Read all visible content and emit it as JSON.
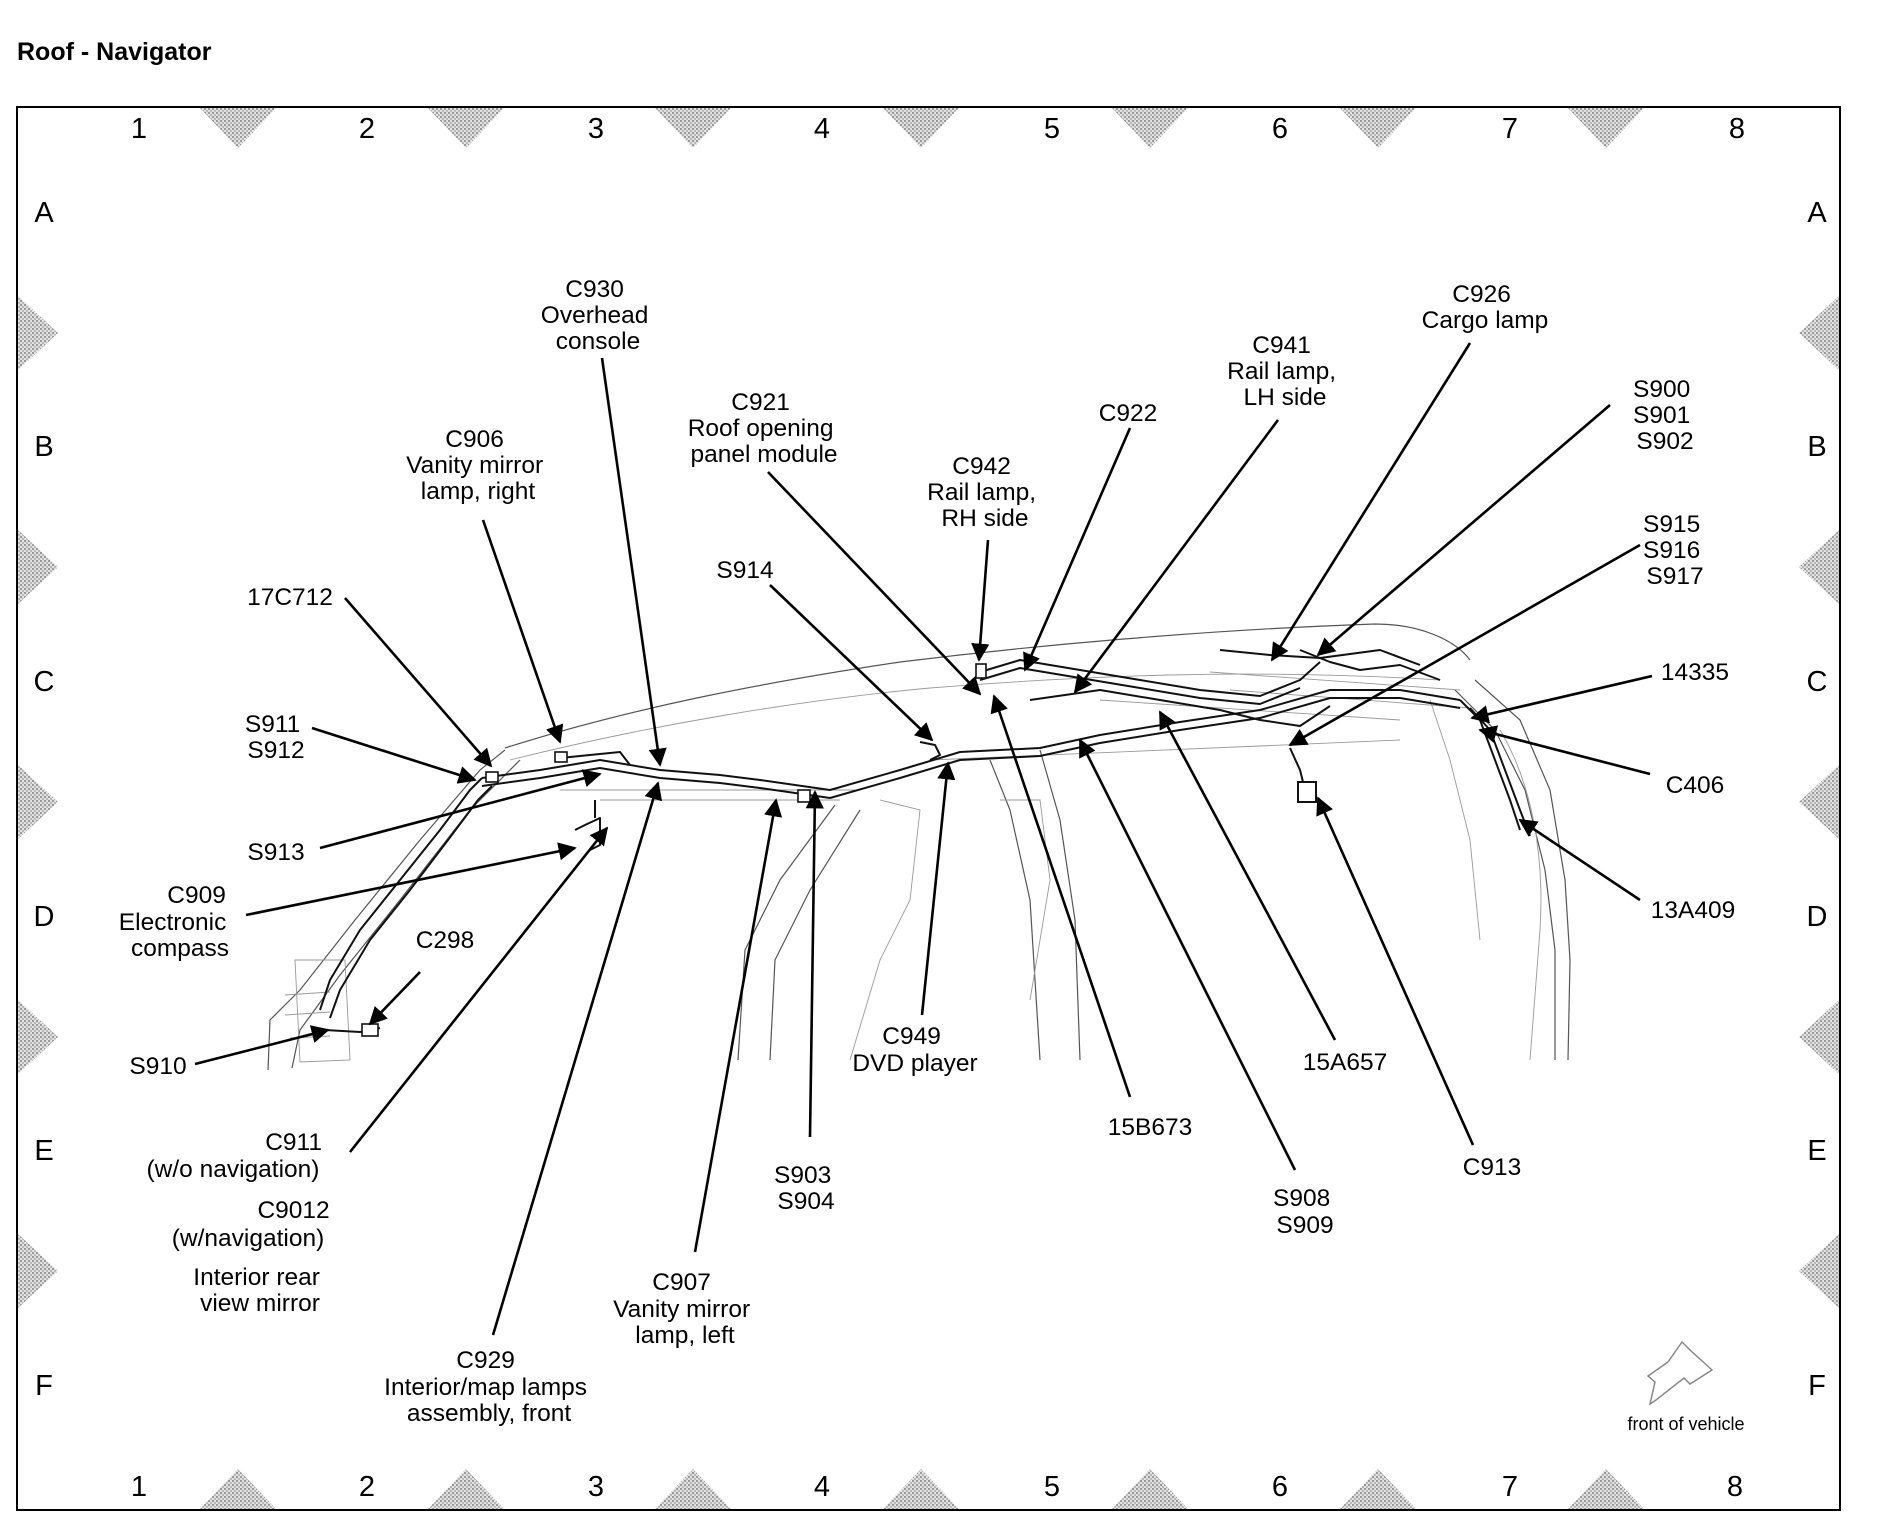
{
  "page_title": "Roof - Navigator",
  "columns": [
    "1",
    "2",
    "3",
    "4",
    "5",
    "6",
    "7",
    "8"
  ],
  "rows": [
    "A",
    "B",
    "C",
    "D",
    "E",
    "F"
  ],
  "orientation_note": "front of vehicle",
  "callouts": [
    {
      "id": "c930",
      "lines": [
        "C930",
        "Overhead",
        "console"
      ]
    },
    {
      "id": "c926",
      "lines": [
        "C926",
        "Cargo lamp"
      ]
    },
    {
      "id": "c941",
      "lines": [
        "C941",
        "Rail lamp,",
        "LH side"
      ]
    },
    {
      "id": "c921",
      "lines": [
        "C921",
        "Roof opening",
        "panel module"
      ]
    },
    {
      "id": "c922",
      "lines": [
        "C922"
      ]
    },
    {
      "id": "s900",
      "lines": [
        "S900",
        "S901",
        "S902"
      ]
    },
    {
      "id": "c906",
      "lines": [
        "C906",
        "Vanity mirror",
        "lamp, right"
      ]
    },
    {
      "id": "c942",
      "lines": [
        "C942",
        "Rail lamp,",
        "RH side"
      ]
    },
    {
      "id": "s915",
      "lines": [
        "S915",
        "S916",
        "S917"
      ]
    },
    {
      "id": "s914",
      "lines": [
        "S914"
      ]
    },
    {
      "id": "17c712",
      "lines": [
        "17C712"
      ]
    },
    {
      "id": "14335",
      "lines": [
        "14335"
      ]
    },
    {
      "id": "s911",
      "lines": [
        "S911",
        "S912"
      ]
    },
    {
      "id": "c406",
      "lines": [
        "C406"
      ]
    },
    {
      "id": "s913",
      "lines": [
        "S913"
      ]
    },
    {
      "id": "c909",
      "lines": [
        "C909",
        "Electronic",
        "compass"
      ]
    },
    {
      "id": "13a409",
      "lines": [
        "13A409"
      ]
    },
    {
      "id": "c298",
      "lines": [
        "C298"
      ]
    },
    {
      "id": "c949",
      "lines": [
        "C949",
        "DVD player"
      ]
    },
    {
      "id": "s910",
      "lines": [
        "S910"
      ]
    },
    {
      "id": "15a657",
      "lines": [
        "15A657"
      ]
    },
    {
      "id": "15b673",
      "lines": [
        "15B673"
      ]
    },
    {
      "id": "c911",
      "lines": [
        "C911",
        "(w/o navigation)"
      ]
    },
    {
      "id": "c9012",
      "lines": [
        "C9012",
        "(w/navigation)"
      ]
    },
    {
      "id": "irvm",
      "lines": [
        "Interior rear",
        "view mirror"
      ]
    },
    {
      "id": "s903",
      "lines": [
        "S903",
        "S904"
      ]
    },
    {
      "id": "c913",
      "lines": [
        "C913"
      ]
    },
    {
      "id": "s908",
      "lines": [
        "S908",
        "S909"
      ]
    },
    {
      "id": "c907",
      "lines": [
        "C907",
        "Vanity mirror",
        "lamp, left"
      ]
    },
    {
      "id": "c929",
      "lines": [
        "C929",
        "Interior/map lamps",
        "assembly, front"
      ]
    }
  ]
}
